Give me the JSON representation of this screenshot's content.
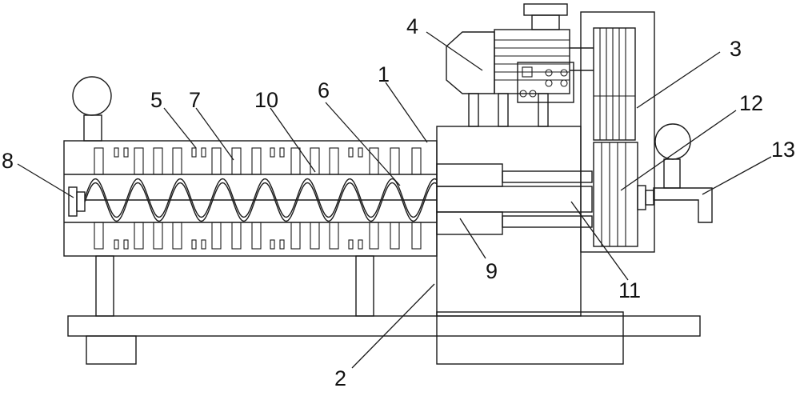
{
  "labels": {
    "l1": "1",
    "l2": "2",
    "l3": "3",
    "l4": "4",
    "l5": "5",
    "l6": "6",
    "l7": "7",
    "l8": "8",
    "l9": "9",
    "l10": "10",
    "l11": "11",
    "l12": "12",
    "l13": "13"
  },
  "colors": {
    "stroke": "#1a1a1a",
    "background": "#ffffff"
  }
}
